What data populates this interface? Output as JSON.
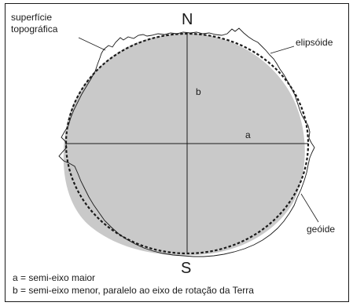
{
  "diagram": {
    "poles": {
      "north": "N",
      "south": "S"
    },
    "labels": {
      "surface_line1": "superfície",
      "surface_line2": "topográfica",
      "ellipsoid": "elipsóide",
      "geoid": "geóide",
      "axis_a": "a",
      "axis_b": "b"
    },
    "legend": {
      "a_def": "a = semi-eixo maior",
      "b_def": "b = semi-eixo menor, paralelo ao eixo de rotação da Terra"
    },
    "colors": {
      "geoid_fill": "#c9c9c9",
      "line": "#1a1a1a"
    }
  }
}
